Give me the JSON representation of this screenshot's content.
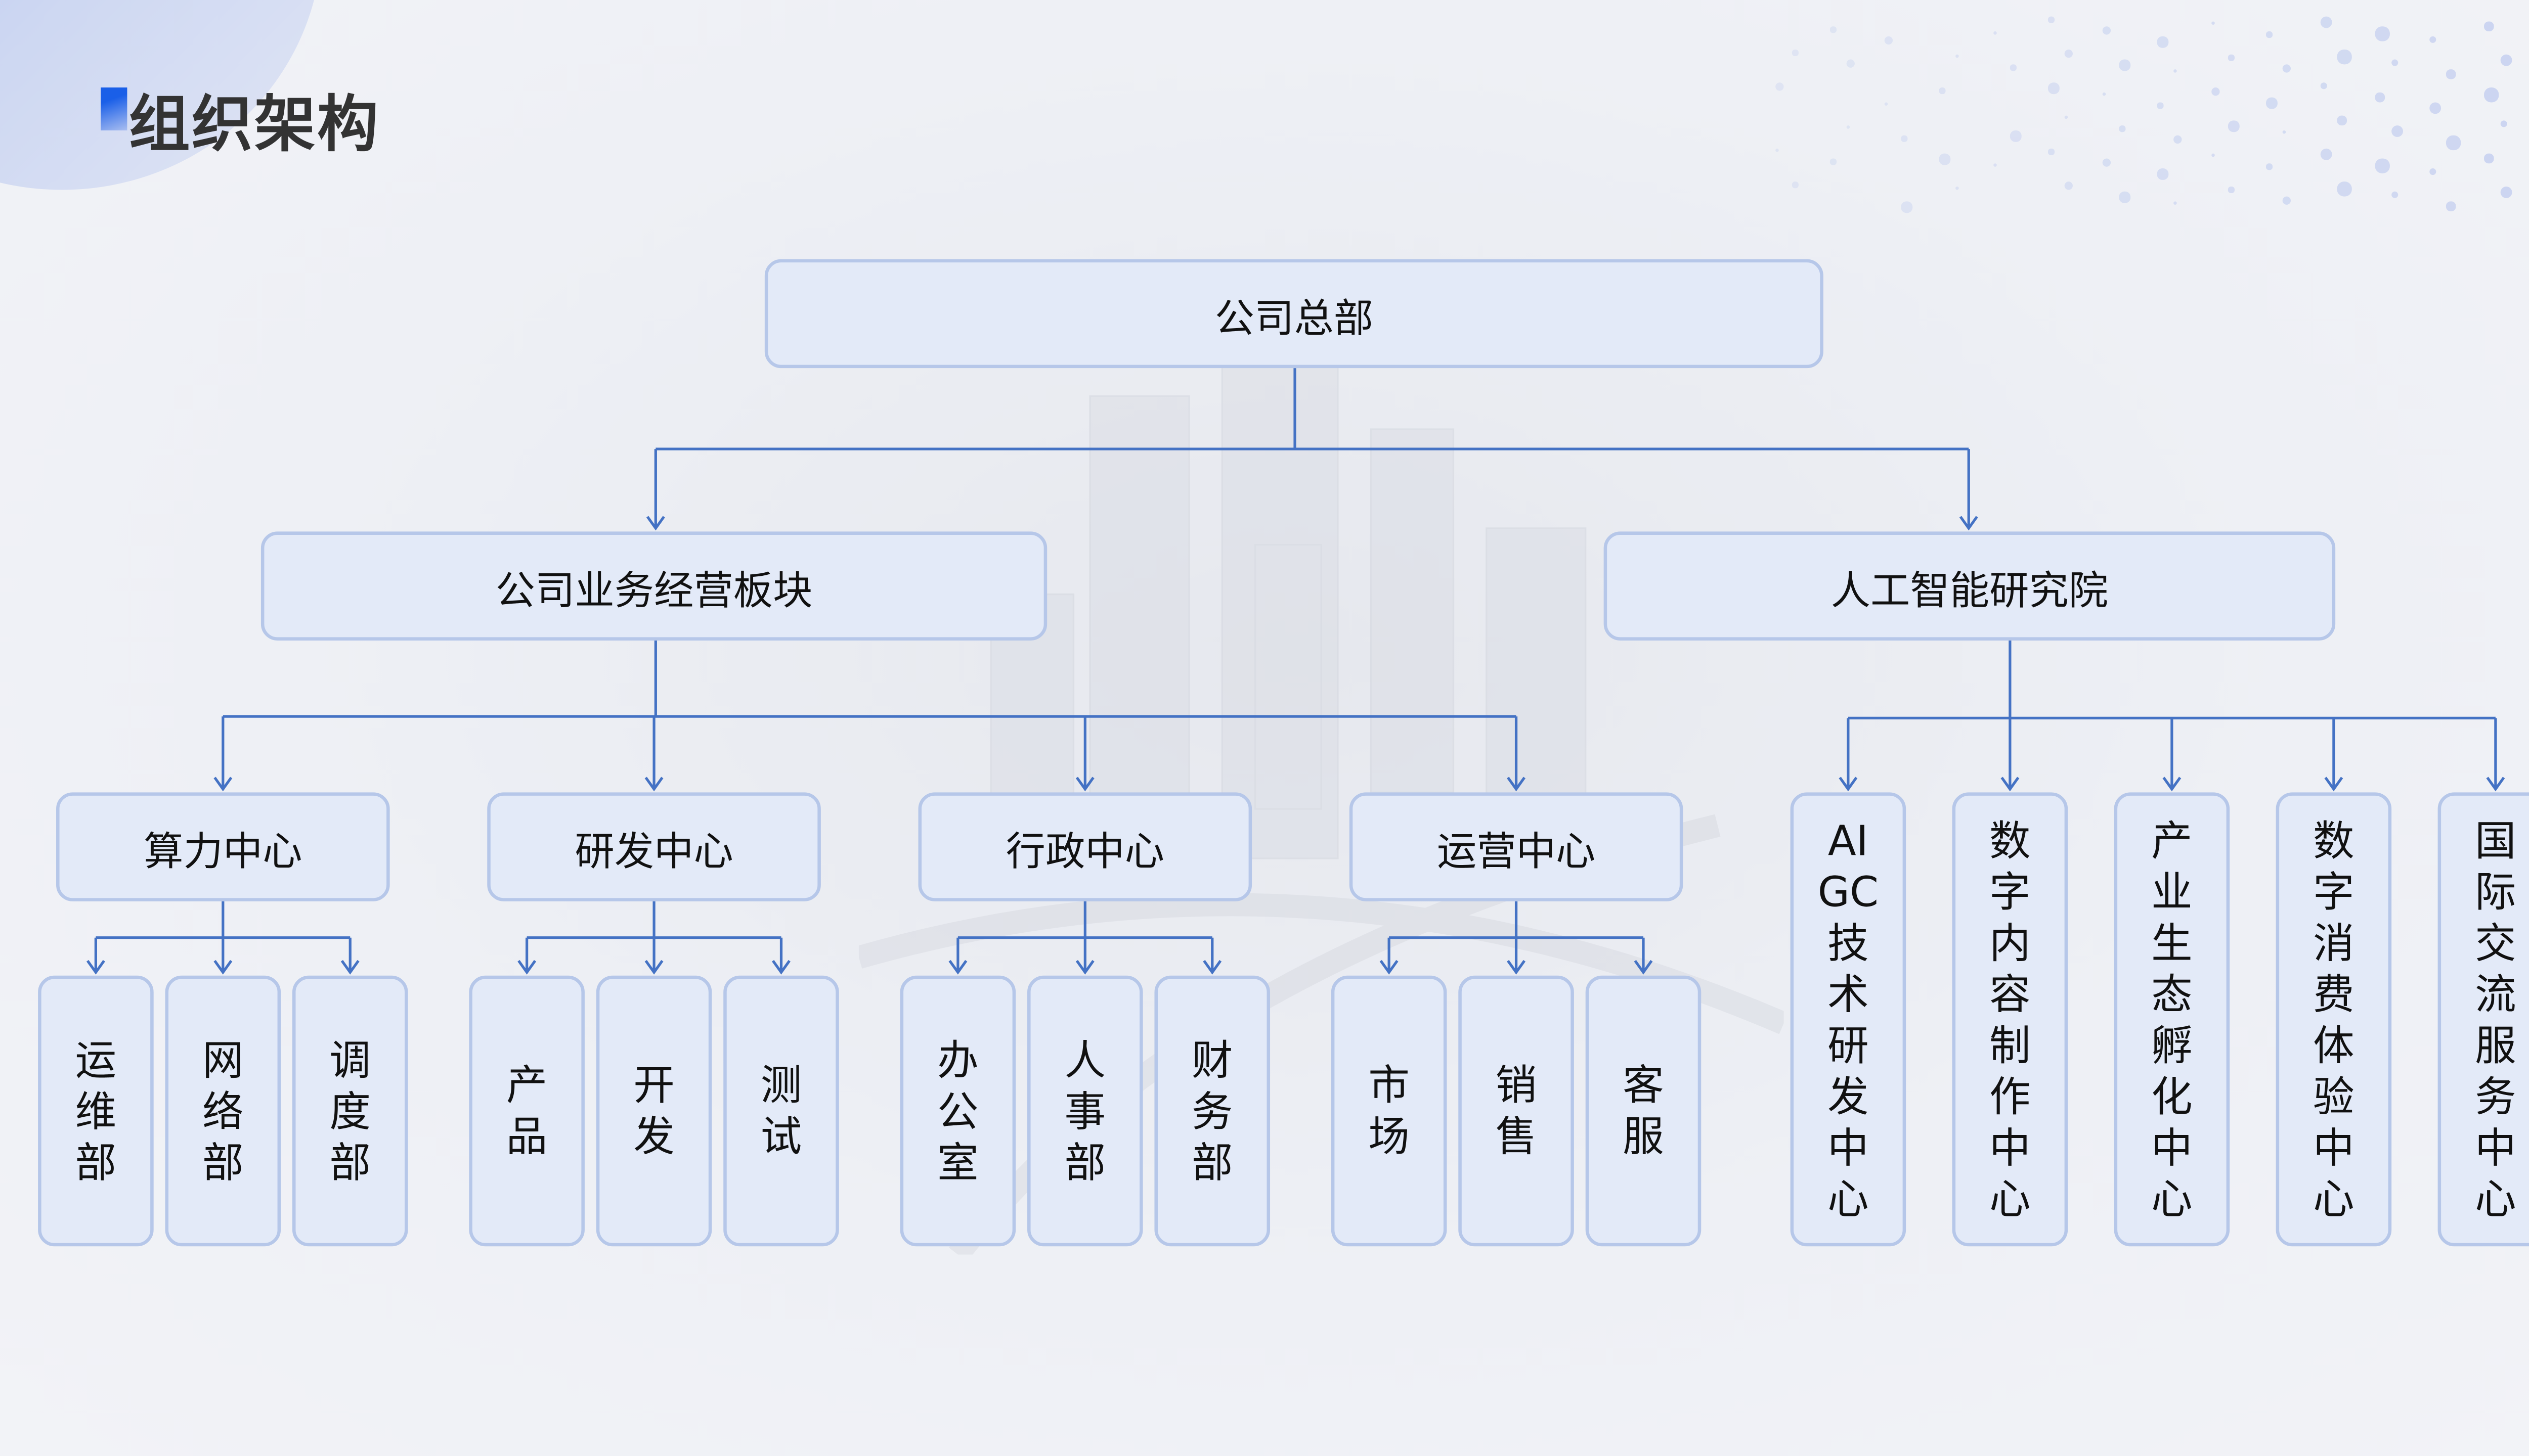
{
  "title": "组织架构",
  "colors": {
    "line": "#4472c4",
    "box_fill": "#e3eaf8",
    "box_border": "#b6c7e9",
    "accent": "#1a5fe8"
  },
  "root": {
    "label": "公司总部"
  },
  "divisions": [
    {
      "label": "公司业务经营板块",
      "centers": [
        {
          "label": "算力中心",
          "depts": [
            "运维部",
            "网络部",
            "调度部"
          ]
        },
        {
          "label": "研发中心",
          "depts": [
            "产品",
            "开发",
            "测试"
          ]
        },
        {
          "label": "行政中心",
          "depts": [
            "办公室",
            "人事部",
            "财务部"
          ]
        },
        {
          "label": "运营中心",
          "depts": [
            "市场",
            "销售",
            "客服"
          ]
        }
      ]
    },
    {
      "label": "人工智能研究院",
      "centers": [
        {
          "label": "AIGC技术研发中心"
        },
        {
          "label": "数字内容制作中心"
        },
        {
          "label": "产业生态孵化中心"
        },
        {
          "label": "数字消费体验中心"
        },
        {
          "label": "国际交流服务中心"
        }
      ]
    }
  ]
}
